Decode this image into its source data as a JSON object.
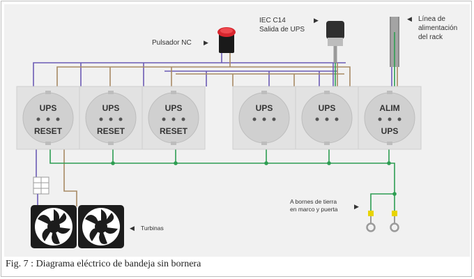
{
  "diagram": {
    "labels": {
      "nc_button": "Pulsador NC",
      "iec_line1": "IEC C14",
      "iec_line2": "Salida de UPS",
      "rack_line1": "Línea de",
      "rack_line2": "alimentación",
      "rack_line3": "del rack",
      "ground_line1": "A bornes de tierra",
      "ground_line2": "en marco y puerta",
      "fans": "Turbinas"
    },
    "sockets": [
      {
        "top": "UPS",
        "bottom": "RESET"
      },
      {
        "top": "UPS",
        "bottom": "RESET"
      },
      {
        "top": "UPS",
        "bottom": "RESET"
      },
      {
        "top": "UPS",
        "bottom": ""
      },
      {
        "top": "UPS",
        "bottom": ""
      },
      {
        "top": "ALIM",
        "bottom": "UPS"
      }
    ],
    "arrow_glyph": "▶",
    "arrow_left_glyph": "◀",
    "colors": {
      "phase": "#6b5bb5",
      "neutral": "#a88a64",
      "ground": "#2e9e52",
      "panel": "#e2e2e2"
    }
  },
  "caption": "Fig. 7 : Diagrama eléctrico de bandeja sin bornera"
}
